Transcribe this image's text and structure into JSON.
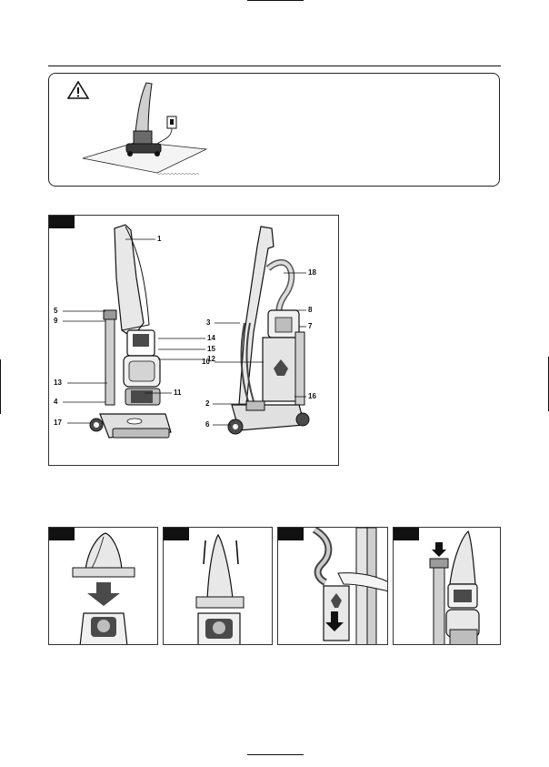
{
  "colors": {
    "ink": "#111111",
    "fill_light": "#e8e8e8",
    "fill_mid": "#bdbdbd",
    "fill_dark": "#4a4a4a"
  },
  "warning": {
    "icon": "warning-triangle-icon"
  },
  "figure_main": {
    "front_callouts": [
      "1",
      "5",
      "9",
      "14",
      "15",
      "12",
      "13",
      "11",
      "4",
      "17"
    ],
    "back_callouts": [
      "18",
      "8",
      "3",
      "7",
      "10",
      "16",
      "2",
      "6"
    ]
  },
  "steps": [
    {
      "icon": "down-arrow-icon"
    },
    {
      "icon": "handle-insert-icon"
    },
    {
      "icon": "hose-connect-icon"
    },
    {
      "icon": "press-arrow-icon"
    }
  ]
}
